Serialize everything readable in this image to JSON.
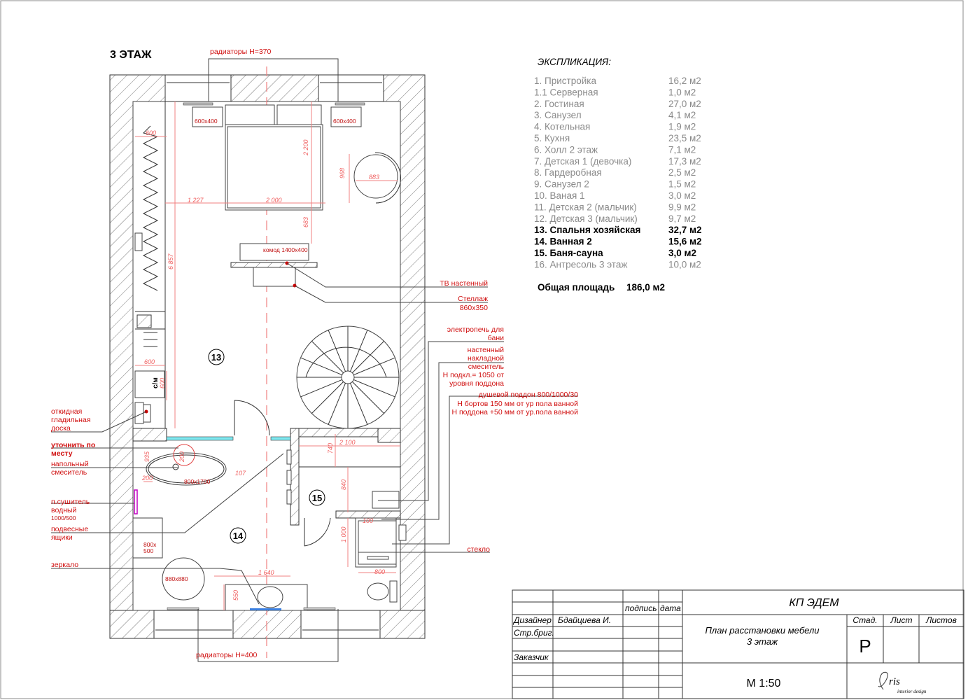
{
  "floor_title": "3 ЭТАЖ",
  "explication": {
    "title": "ЭКСПЛИКАЦИЯ:",
    "items": [
      {
        "name": "1. Пристройка",
        "area": "16,2 м2",
        "bold": false
      },
      {
        "name": "1.1 Серверная",
        "area": "1,0 м2",
        "bold": false
      },
      {
        "name": "2. Гостиная",
        "area": "27,0 м2",
        "bold": false
      },
      {
        "name": "3. Санузел",
        "area": "4,1 м2",
        "bold": false
      },
      {
        "name": "4. Котельная",
        "area": "1,9 м2",
        "bold": false
      },
      {
        "name": "5. Кухня",
        "area": "23,5 м2",
        "bold": false
      },
      {
        "name": "6. Холл 2 этаж",
        "area": "7,1 м2",
        "bold": false
      },
      {
        "name": "7. Детская 1 (девочка)",
        "area": "17,3 м2",
        "bold": false
      },
      {
        "name": "8. Гардеробная",
        "area": "2,5 м2",
        "bold": false
      },
      {
        "name": "9. Санузел 2",
        "area": "1,5 м2",
        "bold": false
      },
      {
        "name": "10. Ваная 1",
        "area": "3,0 м2",
        "bold": false
      },
      {
        "name": "11. Детская 2 (мальчик)",
        "area": "9,9 м2",
        "bold": false
      },
      {
        "name": "12. Детская 3 (мальчик)",
        "area": "9,7 м2",
        "bold": false
      },
      {
        "name": "13. Спальня хозяйская",
        "area": "32,7 м2",
        "bold": true
      },
      {
        "name": "14. Ванная 2",
        "area": "15,6 м2",
        "bold": true
      },
      {
        "name": "15. Баня-сауна",
        "area": "3,0 м2",
        "bold": true
      },
      {
        "name": "16. Антресоль 3 этаж",
        "area": "10,0 м2",
        "bold": false
      }
    ],
    "total_label": "Общая площадь",
    "total_value": "186,0 м2"
  },
  "room_numbers": [
    "13",
    "14",
    "15"
  ],
  "labels": {
    "radiators_top": "радиаторы Н=370",
    "radiators_bottom": "радиаторы Н=400",
    "tv": "ТВ настенный",
    "rack_1": "Стеллаж",
    "rack_2": "860х350",
    "stove_1": "электропечь для",
    "stove_2": "бани",
    "mixer_wall": [
      "настенный",
      "накладной",
      "смеситель",
      "Н подкл.= 1050 от",
      "уровня поддона"
    ],
    "shower_tray": [
      "душевой поддон 800/1000/30",
      "Н бортов 150 мм от ур пола ванной",
      "Н поддона +50 мм от ур.пола ванной"
    ],
    "glass": "стекло",
    "ironing": [
      "откидная",
      "гладильная",
      "доска"
    ],
    "clarify": [
      "уточнить по",
      "месту"
    ],
    "floor_mixer": [
      "напольный",
      "смеситель"
    ],
    "towel_dryer": [
      "п.сушитель",
      "водный",
      "1000/500"
    ],
    "hanging_drawers": [
      "подвесные",
      "ящики"
    ],
    "mirror": "зеркало",
    "chest": "комод 1400х400",
    "nightstand": "600х400",
    "bathtub": "800х1700",
    "cabinet": [
      "800х",
      "500"
    ],
    "round_rug": "880х880",
    "washer": "с/м"
  },
  "dimensions": [
    "600",
    "2 200",
    "968",
    "883",
    "1 227",
    "2 000",
    "683",
    "6 857",
    "600",
    "600",
    "200",
    "200",
    "107",
    "935",
    "2 100",
    "740",
    "840",
    "100",
    "1 000",
    "800",
    "1 640",
    "550"
  ],
  "title_block": {
    "project": "КП ЭДЕМ",
    "col_signature": "подпись",
    "col_date": "дата",
    "designer_label": "Дизайнер",
    "designer_name": "Бдайциева И.",
    "brigade_label": "Стр.бриг.",
    "customer_label": "Заказчик",
    "drawing_title_1": "План расстановки мебели",
    "drawing_title_2": "3 этаж",
    "stage_label": "Стад.",
    "sheet_label": "Лист",
    "sheets_label": "Листов",
    "stage_value": "Р",
    "scale": "М 1:50",
    "logo_text": "Iris interior design"
  },
  "colors": {
    "annotation": "#d01010",
    "dimension": "#f06060",
    "glass": "#7fe8f0",
    "towel": "#c000c0"
  }
}
